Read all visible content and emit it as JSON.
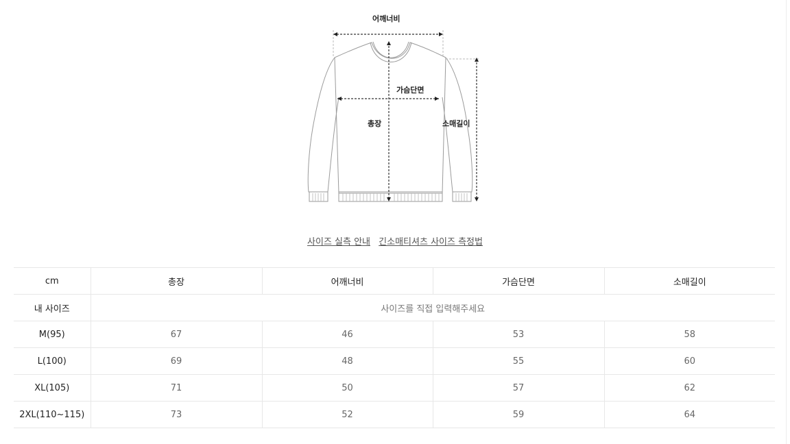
{
  "diagram": {
    "shoulder_label": "어깨너비",
    "chest_label": "가슴단면",
    "length_label": "총장",
    "sleeve_label": "소매길이"
  },
  "links": {
    "guide": "사이즈 실측 안내",
    "measure": "긴소매티셔츠 사이즈 측정법"
  },
  "table": {
    "unit": "cm",
    "columns": [
      "총장",
      "어깨너비",
      "가슴단면",
      "소매길이"
    ],
    "my_size_label": "내 사이즈",
    "my_size_placeholder": "사이즈를 직접 입력해주세요",
    "rows": [
      {
        "size": "M(95)",
        "values": [
          "67",
          "46",
          "53",
          "58"
        ]
      },
      {
        "size": "L(100)",
        "values": [
          "69",
          "48",
          "55",
          "60"
        ]
      },
      {
        "size": "XL(105)",
        "values": [
          "71",
          "50",
          "57",
          "62"
        ]
      },
      {
        "size": "2XL(110~115)",
        "values": [
          "73",
          "52",
          "59",
          "64"
        ]
      }
    ]
  }
}
